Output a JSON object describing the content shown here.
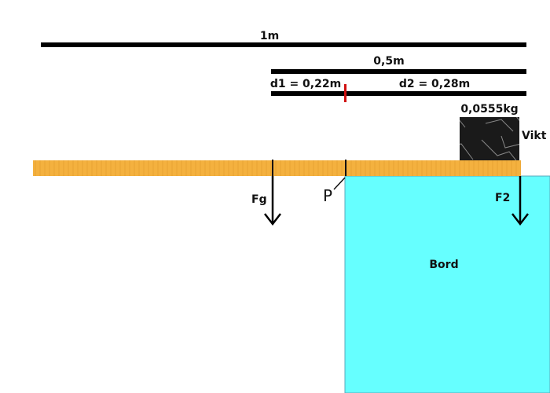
{
  "dimensions": {
    "total_length": "1m",
    "half_length": "0,5m",
    "d1": "d1 = 0,22m",
    "d2": "d2 = 0,28m"
  },
  "weight": {
    "mass": "0,0555kg",
    "label": "Vikt"
  },
  "forces": {
    "fg": "Fg",
    "f2": "F2"
  },
  "pivot": {
    "label": "P"
  },
  "table": {
    "label": "Bord"
  },
  "colors": {
    "plank": "#f4b13f",
    "table": "#66ffff",
    "pivot_marker": "#d01010",
    "weight": "#1a1a1a"
  }
}
